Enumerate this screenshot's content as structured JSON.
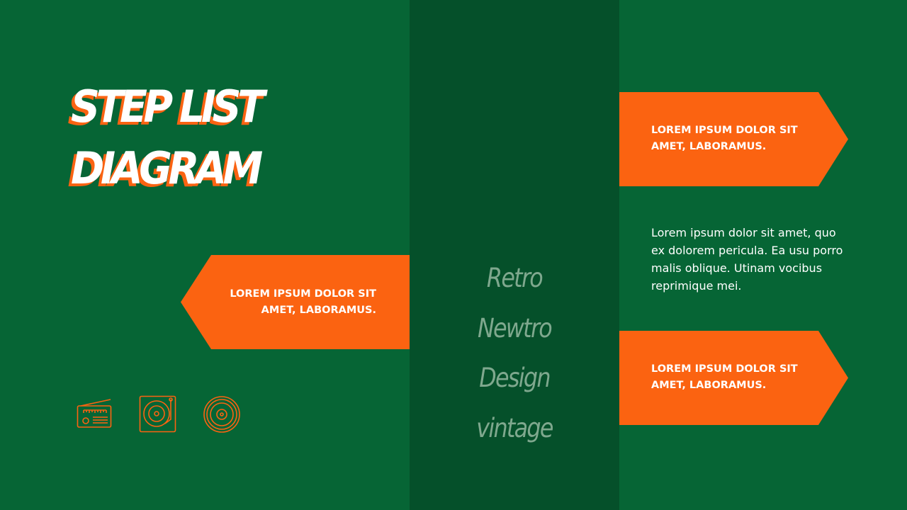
{
  "title": {
    "line1": "STEP LIST",
    "line2": "DIAGRAM"
  },
  "left_box": {
    "text_line1": "LOREM IPSUM DOLOR SIT",
    "text_line2": "AMET, LABORAMUS."
  },
  "right_top_box": {
    "text_line1": "LOREM IPSUM DOLOR SIT",
    "text_line2": "AMET, LABORAMUS."
  },
  "right_bottom_box": {
    "text_line1": "LOREM IPSUM DOLOR SIT",
    "text_line2": "AMET, LABORAMUS."
  },
  "description": "Lorem ipsum dolor sit amet, quo ex dolorem pericula. Ea usu porro malis oblique. Utinam vocibus reprimique mei.",
  "center_words": [
    "Retro",
    "Newtro",
    "Design",
    "vintage"
  ],
  "icons": [
    "radio-icon",
    "turntable-icon",
    "vinyl-record-icon"
  ],
  "colors": {
    "background": "#066535",
    "center_band": "#05502a",
    "accent": "#fb6311",
    "muted_text": "#7fa88e",
    "text": "#ffffff"
  }
}
